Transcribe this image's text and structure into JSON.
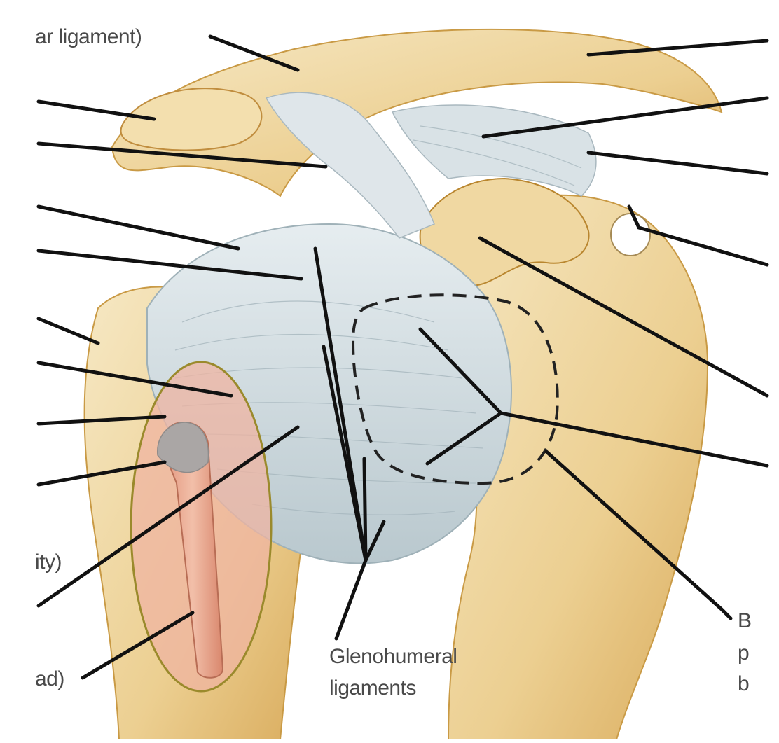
{
  "labels": {
    "top_left": "ar ligament)",
    "left_mid": "ity)",
    "bottom_left": "ad)",
    "glenohumeral_line1": "Glenohumeral",
    "glenohumeral_line2": "ligaments",
    "right_line1": "B",
    "right_line2": "p",
    "right_line3": "b"
  },
  "colors": {
    "background": "#ffffff",
    "bone": "#efd9a6",
    "bone_edge": "#c99a45",
    "ligament": "#d8e2e6",
    "ligament_shadow": "#aebcc2",
    "tendon": "#e8a48e",
    "highlight_outline": "#9a8a2c",
    "leader_line": "#111111",
    "label_text": "#4a4a4a"
  }
}
